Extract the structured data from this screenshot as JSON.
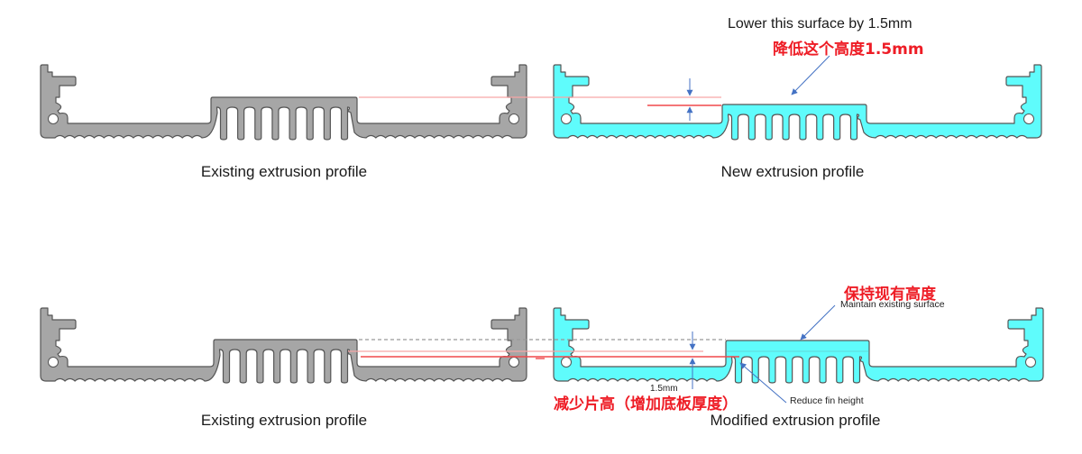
{
  "colors": {
    "existing_fill": "#a6a6a6",
    "new_fill": "#5ffcfc",
    "outline": "#555555",
    "ref_line_light": "#f7a6a6",
    "ref_line_strong": "#f0494c",
    "dashed_line": "#999999",
    "arrow": "#4472c4",
    "annotation_red": "#ee1c25"
  },
  "panels": [
    {
      "id": "top-left",
      "profile": "existing",
      "caption": "Existing extrusion profile"
    },
    {
      "id": "top-right",
      "profile": "new",
      "caption": "New extrusion profile",
      "annotation_en": "Lower this surface by 1.5mm",
      "annotation_zh": "降低这个高度1.5mm"
    },
    {
      "id": "bottom-left",
      "profile": "existing",
      "caption": "Existing extrusion profile"
    },
    {
      "id": "bottom-right",
      "profile": "modified",
      "caption": "Modified extrusion profile",
      "annotation_top_zh": "保持现有高度",
      "annotation_top_en": "Maintain existing surface",
      "annotation_fin_en": "Reduce fin height",
      "annotation_bottom_zh": "减少片高（增加底板厚度）",
      "dimension_label": "1.5mm"
    }
  ],
  "profile_spec": {
    "fin_count": 8,
    "offset_mm": 1.5
  }
}
